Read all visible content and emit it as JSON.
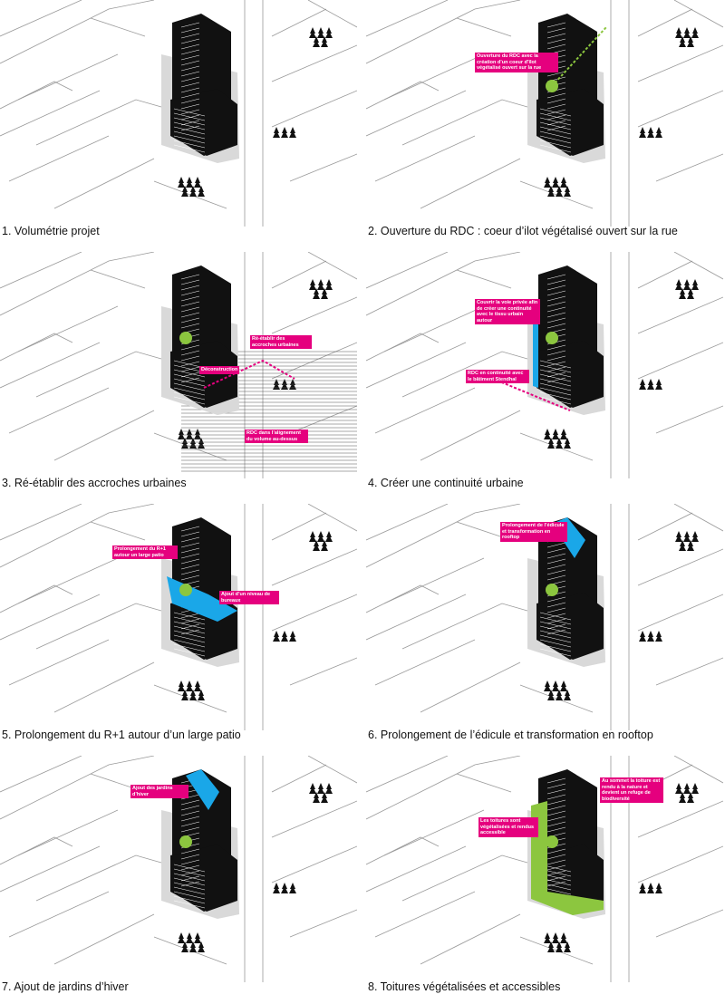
{
  "colors": {
    "building": "#111111",
    "street_line": "#9a9a9a",
    "annotation": "#e5007e",
    "intervention_blue": "#1aa7e8",
    "green_roof": "#8cc63f",
    "ground_shadow": "#d9d9d9"
  },
  "panels": [
    {
      "caption": "1. Volumétrie projet",
      "tags": []
    },
    {
      "caption": "2. Ouverture du RDC : coeur d’ilot végétalisé ouvert sur la rue",
      "tags": [
        "Ouverture du RDC avec la création d’un coeur d’îlot végétalisé ouvert sur la rue"
      ]
    },
    {
      "caption": "3. Ré-établir des accroches urbaines",
      "tags": [
        "Ré-établir des accroches urbaines",
        "Déconstruction",
        "RDC dans l’alignement du volume au-dessus"
      ]
    },
    {
      "caption": "4. Créer une continuité urbaine",
      "tags": [
        "Couvrir la voie privée afin de créer une continuité avec le tissu urbain autour",
        "RDC en continuité avec le bâtiment Stendhal"
      ]
    },
    {
      "caption": "5. Prolongement du R+1 autour d’un large patio",
      "tags": [
        "Prolongement du R+1 autour un large patio",
        "Ajout d’un niveau de bureaux"
      ]
    },
    {
      "caption": "6. Prolongement de l’édicule et transformation en rooftop",
      "tags": [
        "Prolongement de l’édicule et transformation en rooftop"
      ]
    },
    {
      "caption": "7. Ajout de jardins d’hiver",
      "tags": [
        "Ajout des jardins d’hiver"
      ]
    },
    {
      "caption": "8. Toitures végétalisées et accessibles",
      "tags": [
        "Au sommet la toiture est rendu à la nature et devient un refuge de biodiversité",
        "Les toitures sont végétalisées et rendus accessible"
      ]
    }
  ]
}
